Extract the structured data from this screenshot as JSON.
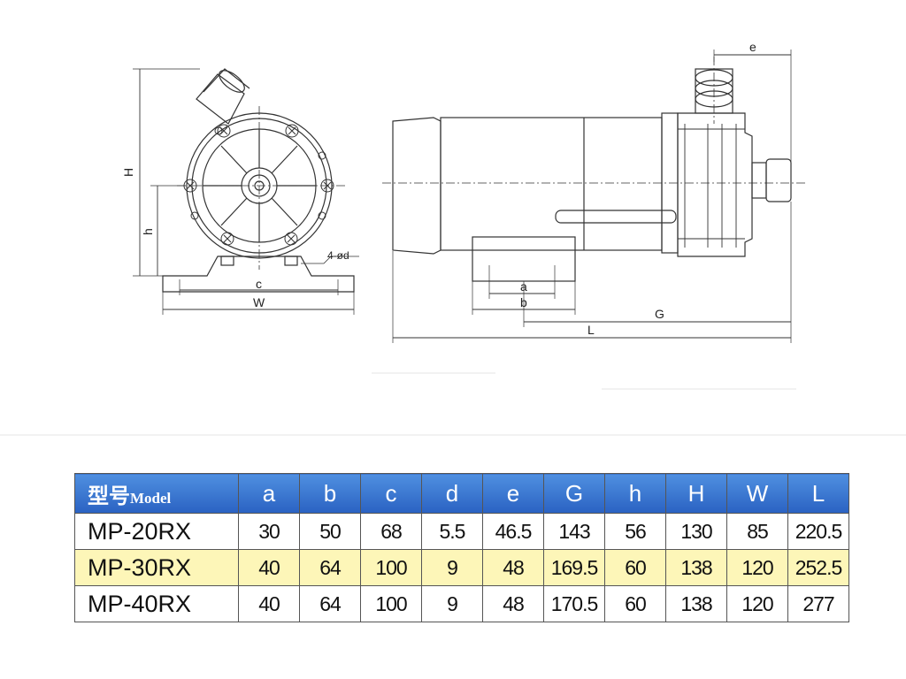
{
  "labels": {
    "H": "H",
    "h": "h",
    "c": "c",
    "W": "W",
    "d4": "4-ød",
    "e": "e",
    "a": "a",
    "b": "b",
    "G": "G",
    "L": "L"
  },
  "table": {
    "header": {
      "model_cn": "型号",
      "model_en": "Model",
      "columns": [
        "a",
        "b",
        "c",
        "d",
        "e",
        "G",
        "h",
        "H",
        "W",
        "L"
      ]
    },
    "rows": [
      {
        "model": "MP-20RX",
        "values": [
          "30",
          "50",
          "68",
          "5.5",
          "46.5",
          "143",
          "56",
          "130",
          "85",
          "220.5"
        ],
        "highlight": false
      },
      {
        "model": "MP-30RX",
        "values": [
          "40",
          "64",
          "100",
          "9",
          "48",
          "169.5",
          "60",
          "138",
          "120",
          "252.5"
        ],
        "highlight": true
      },
      {
        "model": "MP-40RX",
        "values": [
          "40",
          "64",
          "100",
          "9",
          "48",
          "170.5",
          "60",
          "138",
          "120",
          "277"
        ],
        "highlight": false
      }
    ]
  },
  "colors": {
    "header_blue": "#3a74d4",
    "highlight_yellow": "#fdf6b8",
    "line": "#333333"
  }
}
